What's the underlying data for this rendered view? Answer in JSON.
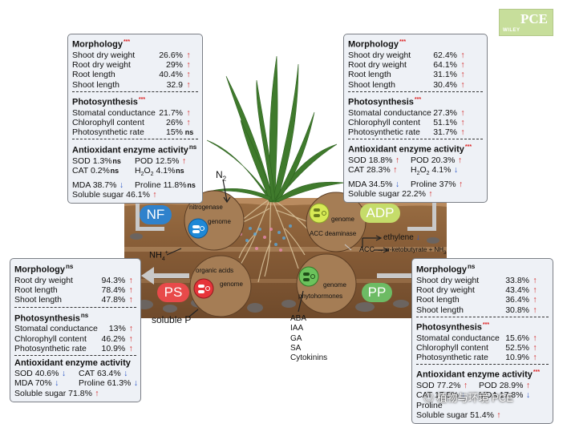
{
  "publisher": {
    "logo_text": "PCE",
    "imprint": "WILEY"
  },
  "nf_label": "NF",
  "adp_label": "ADP",
  "ps_label": "PS",
  "pp_label": "PP",
  "colors": {
    "nf": "#2f82cc",
    "adp": "#c5dc6a",
    "ps": "#e84a4a",
    "pp": "#6dbb64",
    "up": "#d21f1f",
    "down": "#2b57c7"
  },
  "diagram_text": {
    "n2": "N",
    "n2_sub": "2",
    "nh4": "NH",
    "nh4_sub": "4",
    "nh4_sup": "+",
    "nitrogenase": "nitrogenase",
    "genome_nf": "genome",
    "genome_adp": "genome",
    "genome_ps": "genome",
    "genome_pp": "genome",
    "acc_deaminase": "ACC deaminase",
    "ethylene": "ethylene",
    "acc_reaction_left": "ACC",
    "acc_reaction_right": "α-ketobutyrate + NH",
    "acc_reaction_sub": "3",
    "organic_acids": "organic acids",
    "soluble_p": "soluble P",
    "phytohormones": "phytohormones",
    "hormones": [
      "ABA",
      "IAA",
      "GA",
      "SA",
      "Cytokinins"
    ]
  },
  "watermark": "植物与环境 PCE",
  "panels": {
    "nf": {
      "morphology": {
        "title": "Morphology",
        "sig": "***",
        "rows": [
          {
            "name": "Shoot dry weight",
            "value": "26.6%",
            "dir": "up"
          },
          {
            "name": "Root dry weight",
            "value": "29%",
            "dir": "up"
          },
          {
            "name": "Root length",
            "value": "40.4%",
            "dir": "up"
          },
          {
            "name": "Shoot length",
            "value": "32.9",
            "dir": "up"
          }
        ]
      },
      "photosynthesis": {
        "title": "Photosynthesis",
        "sig": "***",
        "rows": [
          {
            "name": "Stomatal conductance",
            "value": "21.7%",
            "dir": "up"
          },
          {
            "name": "Chlorophyll content",
            "value": "26%",
            "dir": "up"
          },
          {
            "name": "Photosynthetic rate",
            "value": "15%",
            "dir": "ns"
          }
        ]
      },
      "antioxidant": {
        "title": "Antioxidant enzyme activity",
        "sig": "ns",
        "rows": [
          [
            {
              "name": "SOD",
              "value": "1.3%",
              "dir": "ns"
            },
            {
              "name": "POD",
              "value": "12.5%",
              "dir": "up"
            }
          ],
          [
            {
              "name": "CAT",
              "value": "0.2%",
              "dir": "ns"
            },
            {
              "name": "H2O2",
              "value": "4.1%",
              "dir": "ns"
            }
          ],
          [
            {
              "name": "MDA",
              "value": "38.7%",
              "dir": "down"
            },
            {
              "name": "Proline",
              "value": "11.8%",
              "dir": "ns"
            }
          ],
          [
            {
              "name": "Soluble sugar",
              "value": "46.1%",
              "dir": "up"
            }
          ]
        ]
      }
    },
    "adp": {
      "morphology": {
        "title": "Morphology",
        "sig": "***",
        "rows": [
          {
            "name": "Shoot dry weight",
            "value": "62.4%",
            "dir": "up"
          },
          {
            "name": "Root dry weight",
            "value": "64.1%",
            "dir": "up"
          },
          {
            "name": "Root length",
            "value": "31.1%",
            "dir": "up"
          },
          {
            "name": "Shoot length",
            "value": "30.4%",
            "dir": "up"
          }
        ]
      },
      "photosynthesis": {
        "title": "Photosynthesis",
        "sig": "***",
        "rows": [
          {
            "name": "Stomatal conductance",
            "value": "27.3%",
            "dir": "up"
          },
          {
            "name": "Chlorophyll content",
            "value": "51.1%",
            "dir": "up"
          },
          {
            "name": "Photosynthetic rate",
            "value": "31.7%",
            "dir": "up"
          }
        ]
      },
      "antioxidant": {
        "title": "Antioxidant enzyme activity",
        "sig": "***",
        "rows": [
          [
            {
              "name": "SOD",
              "value": "18.8%",
              "dir": "up"
            },
            {
              "name": "POD",
              "value": "20.3%",
              "dir": "up"
            }
          ],
          [
            {
              "name": "CAT",
              "value": "28.3%",
              "dir": "up"
            },
            {
              "name": "H2O2",
              "value": "4.1%",
              "dir": "down"
            }
          ],
          [
            {
              "name": "MDA",
              "value": "34.5%",
              "dir": "down"
            },
            {
              "name": "Proline",
              "value": "37%",
              "dir": "up"
            }
          ],
          [
            {
              "name": "Soluble sugar",
              "value": "22.2%",
              "dir": "up"
            }
          ]
        ]
      }
    },
    "ps": {
      "morphology": {
        "title": "Morphology",
        "sig": "ns",
        "rows": [
          {
            "name": "Root dry weight",
            "value": "94.3%",
            "dir": "up"
          },
          {
            "name": "Root length",
            "value": "78.4%",
            "dir": "up"
          },
          {
            "name": "Shoot length",
            "value": "47.8%",
            "dir": "up"
          }
        ]
      },
      "photosynthesis": {
        "title": "Photosynthesis",
        "sig": "ns",
        "rows": [
          {
            "name": "Stomatal conductance",
            "value": "13%",
            "dir": "up"
          },
          {
            "name": "Chlorophyll content",
            "value": "46.2%",
            "dir": "up"
          },
          {
            "name": "Photosynthetic rate",
            "value": "10.9%",
            "dir": "up"
          }
        ]
      },
      "antioxidant": {
        "title": "Antioxidant enzyme activity",
        "sig": "",
        "rows": [
          [
            {
              "name": "SOD",
              "value": "40.6%",
              "dir": "down"
            },
            {
              "name": "CAT",
              "value": "63.4%",
              "dir": "down"
            }
          ],
          [
            {
              "name": "MDA",
              "value": "70%",
              "dir": "down"
            },
            {
              "name": "Proline",
              "value": "61.3%",
              "dir": "down"
            }
          ],
          [
            {
              "name": "Soluble sugar",
              "value": "71.8%",
              "dir": "up"
            }
          ]
        ]
      }
    },
    "pp": {
      "morphology": {
        "title": "Morphology",
        "sig": "ns",
        "rows": [
          {
            "name": "Shoot dry weight",
            "value": "33.8%",
            "dir": "up"
          },
          {
            "name": "Root dry weight",
            "value": "43.4%",
            "dir": "up"
          },
          {
            "name": "Root length",
            "value": "36.4%",
            "dir": "up"
          },
          {
            "name": "Shoot length",
            "value": "30.8%",
            "dir": "up"
          }
        ]
      },
      "photosynthesis": {
        "title": "Photosynthesis",
        "sig": "***",
        "rows": [
          {
            "name": "Stomatal conductance",
            "value": "15.6%",
            "dir": "up"
          },
          {
            "name": "Chlorophyll content",
            "value": "52.5%",
            "dir": "up"
          },
          {
            "name": "Photosynthetic rate",
            "value": "10.9%",
            "dir": "up"
          }
        ]
      },
      "antioxidant": {
        "title": "Antioxidant enzyme activity",
        "sig": "***",
        "rows": [
          [
            {
              "name": "SOD",
              "value": "77.2%",
              "dir": "up"
            },
            {
              "name": "POD",
              "value": "28.9%",
              "dir": "up"
            }
          ],
          [
            {
              "name": "CAT",
              "value": "17.5%",
              "dir": "down"
            },
            {
              "name": "MDA",
              "value": "17.8%",
              "dir": "down"
            }
          ],
          [
            {
              "name": "Proline",
              "value": "",
              "dir": ""
            }
          ],
          [
            {
              "name": "Soluble sugar",
              "value": "51.4%",
              "dir": "up"
            }
          ]
        ]
      }
    }
  }
}
